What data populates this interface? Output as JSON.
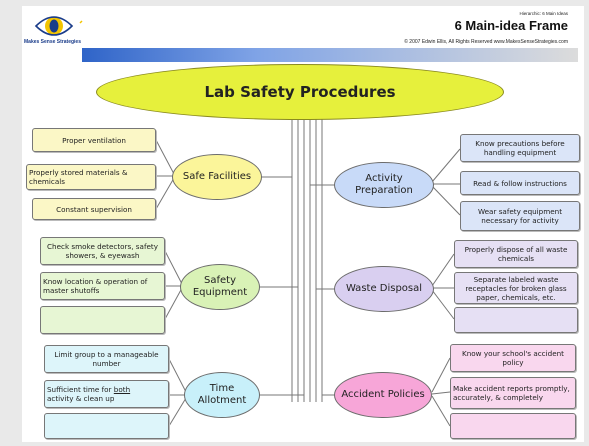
{
  "header": {
    "brand": "Makes Sense Strategies",
    "series_note": "Hierarchic: 6 Main Ideas",
    "title": "6 Main-idea Frame",
    "copyright": "© 2007 Edwin Ellis, All Rights Reserved  www.MakesSenseStrategies.com"
  },
  "main_topic": "Lab Safety Procedures",
  "left": [
    {
      "idea": "Safe Facilities",
      "details": [
        "Proper ventilation",
        "Properly stored materials & chemicals",
        "Constant supervision"
      ]
    },
    {
      "idea": "Safety Equipment",
      "details": [
        "Check smoke detectors, safety showers, & eyewash",
        "Know location & operation of master shutoffs",
        ""
      ]
    },
    {
      "idea": "Time Allotment",
      "details": [
        "Limit group to a manageable number",
        "activity & clean up",
        ""
      ],
      "detail2_prefix": "Sufficient time for ",
      "detail2_emph": "both"
    }
  ],
  "right": [
    {
      "idea": "Activity Preparation",
      "details": [
        "Know precautions before handling equipment",
        "Read & follow instructions",
        "Wear safety equipment necessary for activity"
      ]
    },
    {
      "idea": "Waste Disposal",
      "details": [
        "Properly dispose of all waste chemicals",
        "Separate labeled waste receptacles for broken glass paper, chemicals, etc.",
        ""
      ]
    },
    {
      "idea": "Accident Policies",
      "details": [
        "Know your school's accident policy",
        "Make accident reports promptly, accurately, & completely",
        ""
      ]
    }
  ],
  "colors": {
    "main": "#e6f03c",
    "safe_facilities": "#fbf59a",
    "safety_equipment": "#d9f2b6",
    "time_allotment": "#c8f0fa",
    "activity_preparation": "#c8daf8",
    "waste_disposal": "#d9cff0",
    "accident_policies": "#f7a6d8"
  }
}
